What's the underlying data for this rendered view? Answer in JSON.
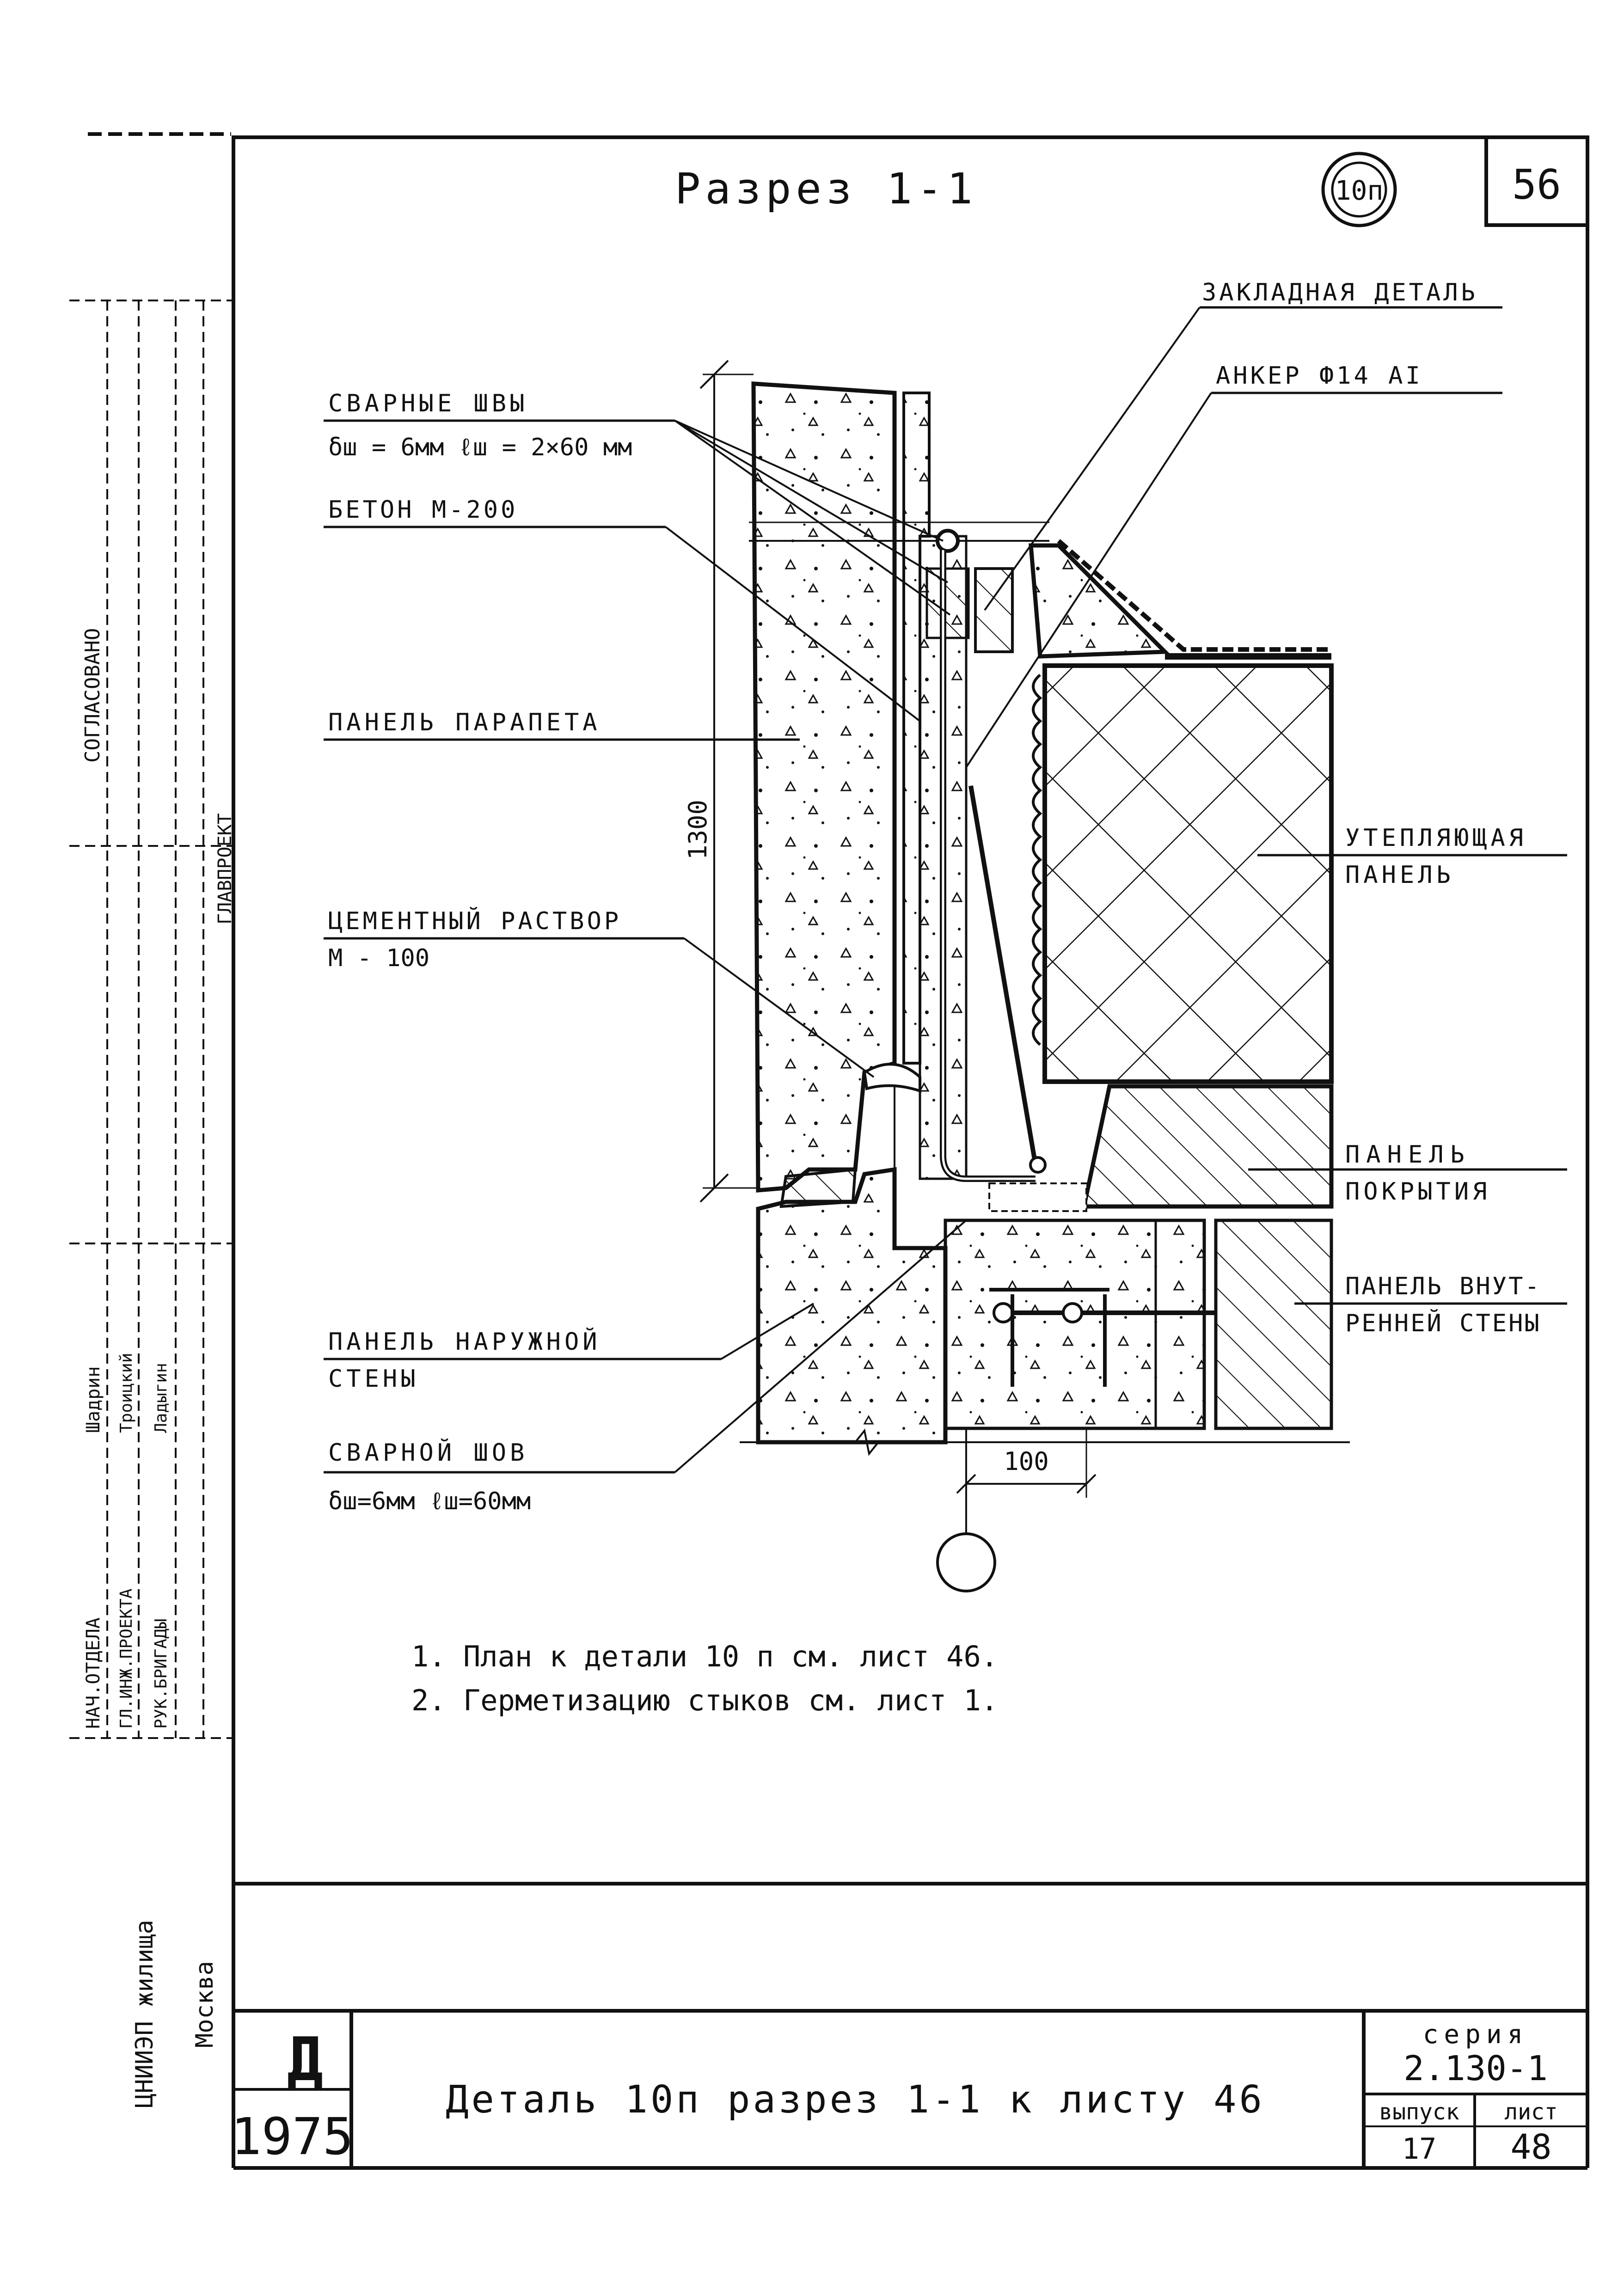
{
  "sheet": {
    "title": "Разрез 1-1",
    "detail_mark": "10п",
    "page_number": "56"
  },
  "labels": {
    "embedded_part": "ЗАКЛАДНАЯ ДЕТАЛЬ",
    "anchor": "АНКЕР Ф14 АI",
    "welds_title": "СВАРНЫЕ ШВЫ",
    "welds_spec": "δш = 6мм  ℓш = 2×60 мм",
    "concrete": "БЕТОН  М-200",
    "parapet_panel": "ПАНЕЛЬ ПАРАПЕТА",
    "insulating_panel_1": "УТЕПЛЯЮЩАЯ",
    "insulating_panel_2": "ПАНЕЛЬ",
    "mortar_title": "ЦЕМЕНТНЫЙ РАСТВОР",
    "mortar_spec": "М - 100",
    "roof_panel_1": "ПАНЕЛЬ",
    "roof_panel_2": "ПОКРЫТИЯ",
    "inner_wall_1": "ПАНЕЛЬ ВНУТ-",
    "inner_wall_2": "РЕННЕЙ СТЕНЫ",
    "outer_wall_1": "ПАНЕЛЬ НАРУЖНОЙ",
    "outer_wall_2": "СТЕНЫ",
    "weld_title": "СВАРНОЙ ШОВ",
    "weld_spec": "δш=6мм  ℓш=60мм",
    "dim_height": "1300",
    "dim_width": "100"
  },
  "notes": [
    "1. План к детали 10 п  см. лист 46.",
    "2. Герметизацию стыков  см. лист 1."
  ],
  "title_block": {
    "org_mark": "Д",
    "year": "1975",
    "description": "Деталь 10п  разрез 1-1 к листу 46",
    "series_label": "серия",
    "series_value": "2.130-1",
    "issue_label": "выпуск",
    "issue_value": "17",
    "sheet_label": "лист",
    "sheet_value": "48"
  },
  "stamp": {
    "row1": "НАЧ.ОТДЕЛА",
    "row1_name": "Шадрин",
    "row2": "ГЛ.ИНЖ.ПРОЕКТА",
    "row2_name": "Троицкий",
    "row3": "РУК.БРИГАДЫ",
    "row3_name": "Ладыгин",
    "org": "ЦНИИЭП жилища",
    "city": "Москва",
    "vertical_1": "СОГЛАСОВАНО",
    "vertical_2": "ГЛАВПРОЕКТ"
  }
}
